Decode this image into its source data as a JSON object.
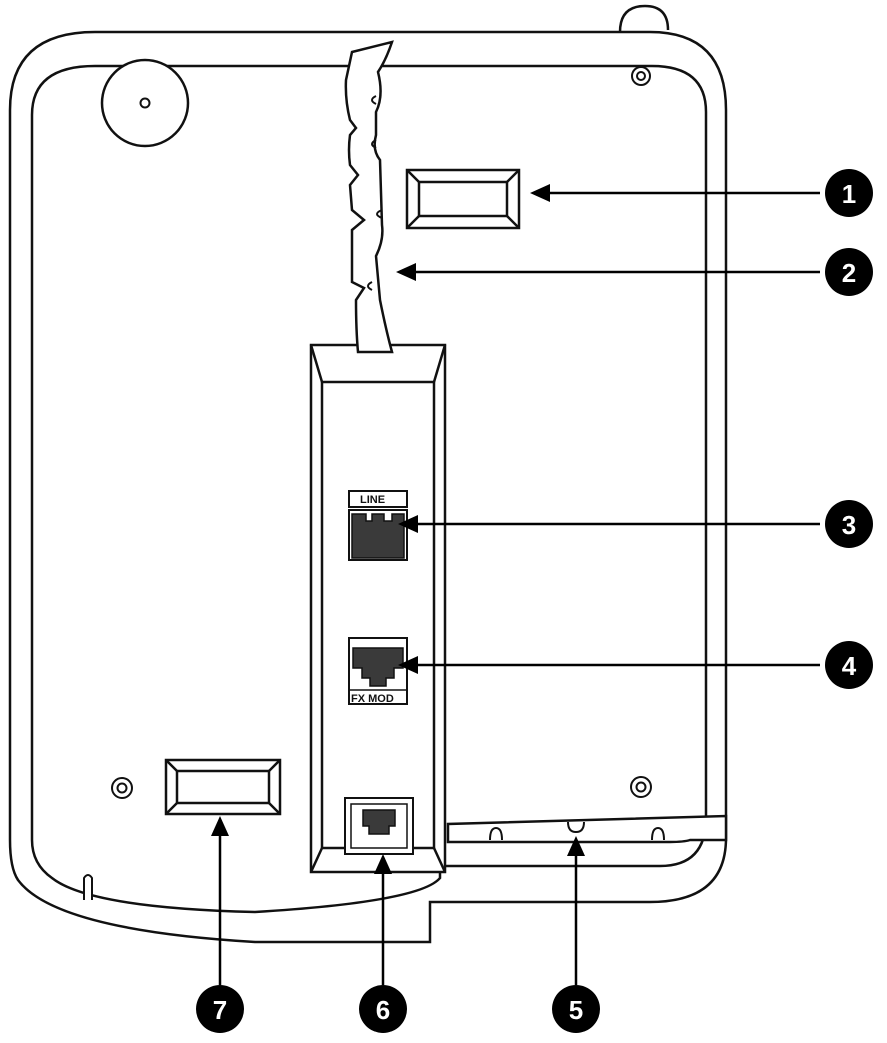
{
  "diagram": {
    "ports": {
      "line_label": "LINE",
      "fx_mod_label": "FX MOD"
    },
    "callouts": [
      {
        "number": "1"
      },
      {
        "number": "2"
      },
      {
        "number": "3"
      },
      {
        "number": "4"
      },
      {
        "number": "5"
      },
      {
        "number": "6"
      },
      {
        "number": "7"
      }
    ],
    "colors": {
      "outline": "#111111",
      "background": "#ffffff",
      "jack_fill": "#3a3a3a",
      "callout_fill": "#000000"
    }
  }
}
